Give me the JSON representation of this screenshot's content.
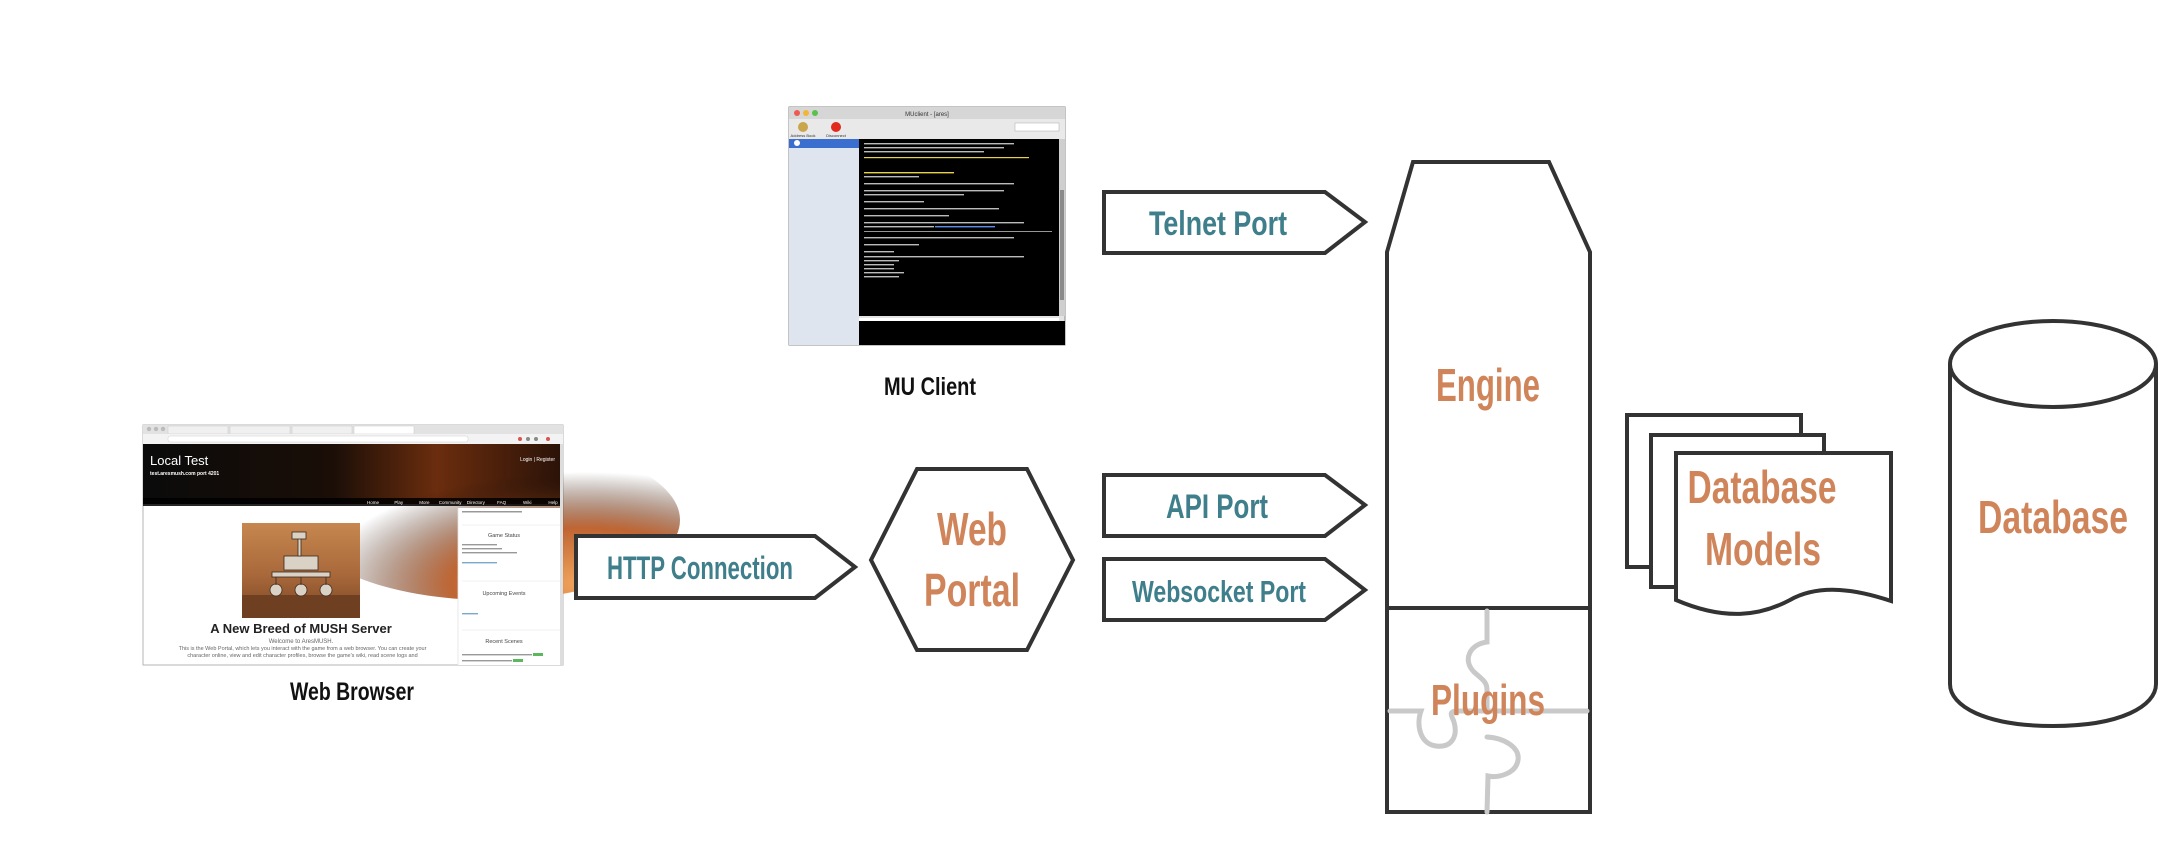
{
  "labels": {
    "mu_client": "MU Client",
    "web_browser": "Web Browser",
    "http_connection": "HTTP Connection",
    "web_portal_line1": "Web",
    "web_portal_line2": "Portal",
    "telnet_port": "Telnet Port",
    "api_port": "API Port",
    "websocket_port": "Websocket Port",
    "engine": "Engine",
    "plugins": "Plugins",
    "database_models_line1": "Database",
    "database_models_line2": "Models",
    "database": "Database"
  },
  "mu_client_window": {
    "title": "MUclient - [ares]",
    "toolbar_labels": [
      "Address Book",
      "Disconnect"
    ]
  },
  "browser_window": {
    "site_title": "Local Test",
    "site_subtitle": "test.aresmush.com port 4201",
    "login_links": "Login | Register",
    "nav_items": [
      "Home",
      "Play",
      "More",
      "Community",
      "Directory",
      "FAQ",
      "Wiki",
      "Help"
    ],
    "headline": "A New Breed of MUSH Server",
    "welcome": "Welcome to AresMUSH.",
    "intro_text": "This is the Web Portal, which lets you interact with the game from a web browser. You can create your character online, view and edit character profiles, browse the game's wiki, read scene logs and",
    "sidebar_sections": [
      "Game Status",
      "Upcoming Events",
      "Recent Scenes"
    ]
  },
  "colors": {
    "teal": "#3f7f8c",
    "orange": "#d0845a",
    "outline": "#333333",
    "puzzle": "#c9c9c9"
  }
}
